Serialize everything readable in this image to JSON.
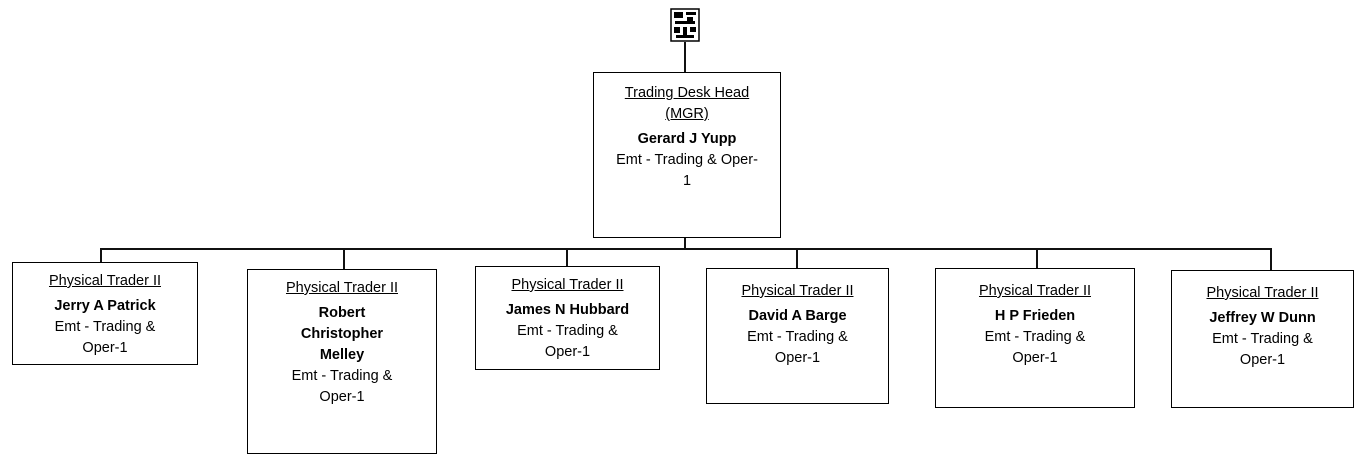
{
  "root": {
    "title_line1": "Trading Desk Head",
    "title_line2": "(MGR)",
    "name": "Gerard J Yupp",
    "dept": "Emt - Trading & Oper-1"
  },
  "reports": [
    {
      "title": "Physical Trader II",
      "name": "Jerry A Patrick",
      "dept": "Emt - Trading & Oper-1"
    },
    {
      "title": "Physical Trader II",
      "name": "Robert Christopher Melley",
      "dept": "Emt - Trading & Oper-1"
    },
    {
      "title": "Physical Trader II",
      "name": "James N Hubbard",
      "dept": "Emt - Trading & Oper-1"
    },
    {
      "title": "Physical Trader II",
      "name": "David A Barge",
      "dept": "Emt - Trading & Oper-1"
    },
    {
      "title": "Physical Trader II",
      "name": "H P Frieden",
      "dept": "Emt - Trading & Oper-1"
    },
    {
      "title": "Physical Trader II",
      "name": "Jeffrey W Dunn",
      "dept": "Emt - Trading & Oper-1"
    }
  ]
}
